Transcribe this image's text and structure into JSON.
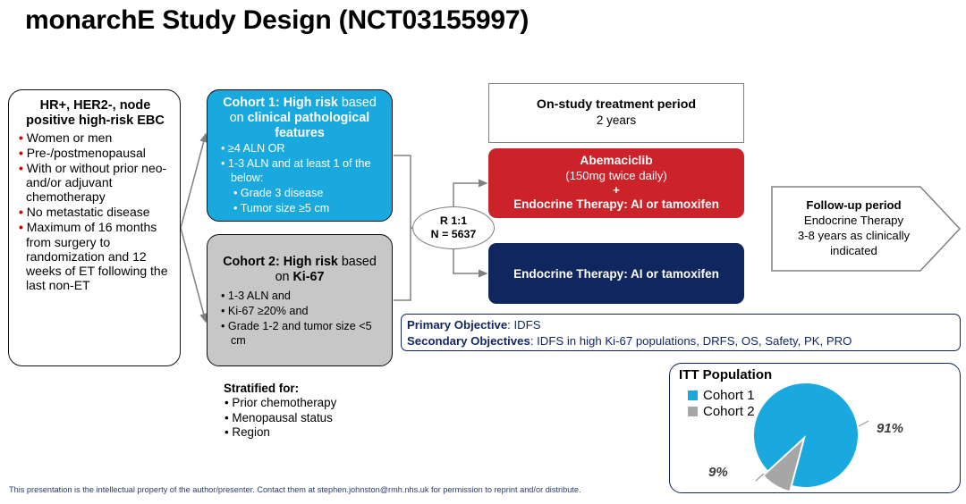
{
  "title": "monarchE Study Design (NCT03155997)",
  "eligibility": {
    "header": "HR+, HER2-, node positive high-risk EBC",
    "bullets": [
      "Women or men",
      "Pre-/postmenopausal",
      "With or without prior neo- and/or adjuvant chemotherapy",
      "No metastatic disease",
      "Maximum of 16 months from surgery to randomization and 12 weeks of ET following the last non-ET"
    ]
  },
  "cohort1": {
    "header_1": "Cohort 1: High risk",
    "header_2": " based on ",
    "header_3": "clinical pathological features",
    "bullets": [
      "≥4 ALN OR",
      "1-3 ALN and at least 1 of the"
    ],
    "continuation": "below:",
    "subbullets": [
      "Grade 3 disease",
      "Tumor size ≥5 cm"
    ],
    "color": "#19A9DE"
  },
  "cohort2": {
    "header_1": "Cohort 2: High risk",
    "header_2": " based on ",
    "header_3": "Ki-67",
    "bullets": [
      "1-3 ALN and",
      "Ki-67 ≥20% and",
      "Grade 1-2 and tumor size  <5"
    ],
    "continuation": "cm",
    "color": "#C7C7C7"
  },
  "randomization": {
    "ratio": "R 1:1",
    "n": "N = 5637"
  },
  "onstudy": {
    "title": "On-study treatment period",
    "duration": "2 years"
  },
  "arm_experimental": {
    "drug": "Abemaciclib",
    "dose": "(150mg twice daily)",
    "plus": "+",
    "partner": "Endocrine Therapy: AI or tamoxifen",
    "color": "#CC2229"
  },
  "arm_control": {
    "label": "Endocrine Therapy: AI or tamoxifen",
    "color": "#10265E"
  },
  "followup": {
    "title": "Follow-up period",
    "line2": "Endocrine Therapy",
    "line3": "3-8 years as clinically",
    "line4": "indicated"
  },
  "objectives": {
    "primary_label": "Primary Objective",
    "primary_value": ": IDFS",
    "secondary_label": "Secondary Objectives",
    "secondary_value": ": IDFS in high Ki-67 populations, DRFS, OS, Safety, PK, PRO",
    "color": "#10265E"
  },
  "stratified": {
    "header": "Stratified for:",
    "items": [
      "Prior chemotherapy",
      "Menopausal status",
      "Region"
    ]
  },
  "chart_data": {
    "type": "pie",
    "title": "ITT Population",
    "categories": [
      "Cohort 1",
      "Cohort 2"
    ],
    "values": [
      91,
      9
    ],
    "labels": [
      "91%",
      "9%"
    ],
    "colors": [
      "#19A9DE",
      "#A6A6A6"
    ],
    "legend_position": "top-left",
    "exploded_slice": "Cohort 2"
  },
  "footer": "This presentation is the intellectual property of the author/presenter. Contact them at stephen.johnston@rmh.nhs.uk for permission to reprint and/or distribute."
}
